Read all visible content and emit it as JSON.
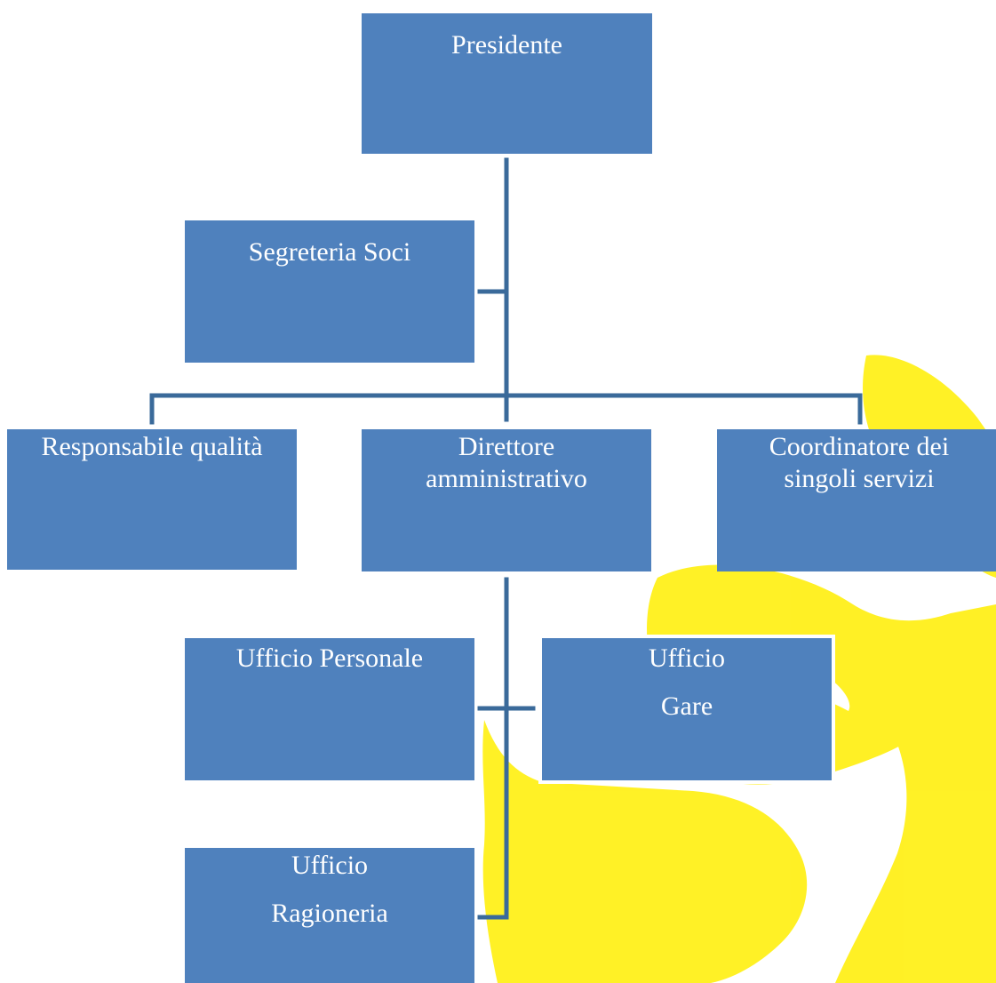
{
  "colors": {
    "box_fill": "#4f81bd",
    "connector": "#3a6a9a",
    "box_text": "#ffffff",
    "watermark": "#ffee00"
  },
  "nodes": {
    "presidente": {
      "lines": [
        "Presidente"
      ]
    },
    "segreteria_soci": {
      "lines": [
        "Segreteria Soci"
      ]
    },
    "responsabile_qualita": {
      "lines": [
        "Responsabile qualità"
      ]
    },
    "direttore_amministrativo": {
      "lines": [
        "Direttore",
        "amministrativo"
      ]
    },
    "coordinatore_servizi": {
      "lines": [
        "Coordinatore dei",
        "singoli servizi"
      ]
    },
    "ufficio_personale": {
      "lines": [
        "Ufficio Personale"
      ]
    },
    "ufficio_gare": {
      "lines": [
        "Ufficio",
        "Gare"
      ]
    },
    "ufficio_ragioneria": {
      "lines": [
        "Ufficio",
        "Ragioneria"
      ]
    }
  },
  "edges": [
    {
      "from": "presidente",
      "to": "segreteria_soci",
      "type": "assistant"
    },
    {
      "from": "presidente",
      "to": "responsabile_qualita"
    },
    {
      "from": "presidente",
      "to": "direttore_amministrativo"
    },
    {
      "from": "presidente",
      "to": "coordinatore_servizi"
    },
    {
      "from": "direttore_amministrativo",
      "to": "ufficio_personale",
      "type": "assistant"
    },
    {
      "from": "direttore_amministrativo",
      "to": "ufficio_gare",
      "type": "assistant"
    },
    {
      "from": "direttore_amministrativo",
      "to": "ufficio_ragioneria",
      "type": "assistant"
    }
  ]
}
